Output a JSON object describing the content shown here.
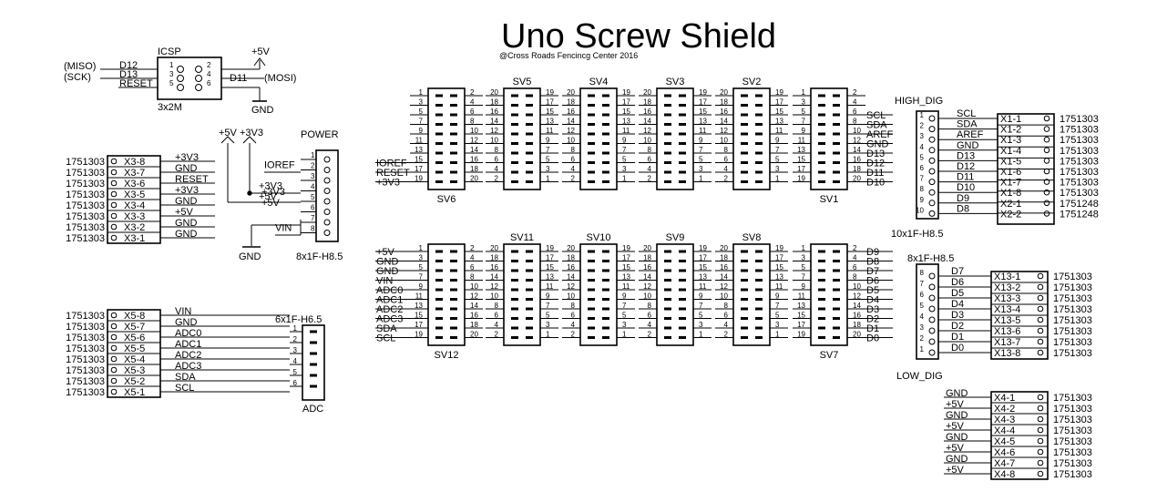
{
  "title": "Uno Screw Shield",
  "subtitle": "@Cross Roads Fencincg Center 2016",
  "icsp": {
    "name": "ICSP",
    "value": "3x2M",
    "left_notes": [
      "(MISO)",
      "(SCK)"
    ],
    "left_nets": [
      "D12",
      "D13",
      "RESET"
    ],
    "right_net": "D11",
    "right_note": "(MOSI)",
    "supply": "+5V",
    "ground": "GND",
    "pins_left": [
      "1",
      "3",
      "5"
    ],
    "pins_right": [
      "2",
      "4",
      "6"
    ]
  },
  "power": {
    "name": "POWER",
    "value": "8x1F-H8.5",
    "pins": [
      "1",
      "2",
      "3",
      "4",
      "5",
      "6",
      "7",
      "8"
    ],
    "nets": [
      "",
      "IOREF",
      "",
      "+3V3",
      "+5V",
      "",
      "",
      "VIN"
    ],
    "supply_5v": "+5V",
    "supply_3v3": "+3V3",
    "ground": "GND"
  },
  "x3": {
    "part": "1751303",
    "names": [
      "X3-8",
      "X3-7",
      "X3-6",
      "X3-5",
      "X3-4",
      "X3-3",
      "X3-2",
      "X3-1"
    ],
    "nets": [
      "+3V3",
      "GND",
      "RESET",
      "+3V3",
      "GND",
      "+5V",
      "GND",
      "GND"
    ]
  },
  "x5": {
    "part": "1751303",
    "names": [
      "X5-8",
      "X5-7",
      "X5-6",
      "X5-5",
      "X5-4",
      "X5-3",
      "X5-2",
      "X5-1"
    ],
    "nets": [
      "VIN",
      "GND",
      "ADC0",
      "ADC1",
      "ADC2",
      "ADC3",
      "SDA",
      "SCL"
    ]
  },
  "adc": {
    "name": "ADC",
    "value": "6x1F-H6.5",
    "pins": [
      "1",
      "2",
      "3",
      "4",
      "5",
      "6"
    ]
  },
  "sv6": {
    "name": "SV6",
    "left_pins": [
      "1",
      "3",
      "5",
      "7",
      "9",
      "11",
      "13",
      "15",
      "17",
      "19"
    ],
    "right_pins": [
      "2",
      "4",
      "6",
      "8",
      "10",
      "12",
      "14",
      "16",
      "18",
      "20"
    ],
    "left_nets": [
      "",
      "",
      "",
      "",
      "",
      "",
      "",
      "IOREF",
      "RESET",
      "+3V3"
    ]
  },
  "sv12": {
    "name": "SV12",
    "left_pins": [
      "1",
      "3",
      "5",
      "7",
      "9",
      "11",
      "13",
      "15",
      "17",
      "19"
    ],
    "right_pins": [
      "2",
      "4",
      "6",
      "8",
      "10",
      "12",
      "14",
      "16",
      "18",
      "20"
    ],
    "left_nets": [
      "+5V",
      "GND",
      "GND",
      "VIN",
      "ADC0",
      "ADC1",
      "ADC2",
      "ADC3",
      "SDA",
      "SCL"
    ]
  },
  "middle_top": [
    "SV5",
    "SV4",
    "SV3",
    "SV2"
  ],
  "middle_bottom": [
    "SV11",
    "SV10",
    "SV9",
    "SV8"
  ],
  "mid_left_pins": [
    "20",
    "18",
    "16",
    "14",
    "12",
    "10",
    "8",
    "6",
    "4",
    "2"
  ],
  "mid_right_pins": [
    "19",
    "17",
    "15",
    "13",
    "11",
    "9",
    "7",
    "5",
    "3",
    "1"
  ],
  "sv1": {
    "name": "SV1",
    "left_pins": [
      "1",
      "3",
      "5",
      "7",
      "9",
      "11",
      "13",
      "15",
      "17",
      "19"
    ],
    "right_pins": [
      "2",
      "4",
      "6",
      "8",
      "10",
      "12",
      "14",
      "16",
      "18",
      "20"
    ],
    "right_nets": [
      "",
      "",
      "SCL",
      "SDA",
      "AREF",
      "GND",
      "D13",
      "D12",
      "D11",
      "D10"
    ]
  },
  "sv7": {
    "name": "SV7",
    "left_pins": [
      "1",
      "3",
      "5",
      "7",
      "9",
      "11",
      "13",
      "15",
      "17",
      "19"
    ],
    "right_pins": [
      "2",
      "4",
      "6",
      "8",
      "10",
      "12",
      "14",
      "16",
      "18",
      "20"
    ],
    "right_nets": [
      "D9",
      "D8",
      "D7",
      "D6",
      "D5",
      "D4",
      "D3",
      "D2",
      "D1",
      "D0"
    ]
  },
  "high_dig": {
    "name": "HIGH_DIG",
    "value": "10x1F-H8.5",
    "pins": [
      "1",
      "2",
      "3",
      "4",
      "5",
      "6",
      "7",
      "8",
      "9",
      "10"
    ],
    "nets": [
      "SCL",
      "SDA",
      "AREF",
      "GND",
      "D13",
      "D12",
      "D11",
      "D10",
      "D9",
      "D8"
    ],
    "terms": [
      "X1-1",
      "X1-2",
      "X1-3",
      "X1-4",
      "X1-5",
      "X1-6",
      "X1-7",
      "X1-8",
      "X2-1",
      "X2-2"
    ],
    "parts": [
      "1751303",
      "1751303",
      "1751303",
      "1751303",
      "1751303",
      "1751303",
      "1751303",
      "1751303",
      "1751248",
      "1751248"
    ]
  },
  "low_dig": {
    "name": "LOW_DIG",
    "value": "8x1F-H8.5",
    "pins": [
      "8",
      "7",
      "6",
      "5",
      "4",
      "3",
      "2",
      "1"
    ],
    "nets": [
      "D7",
      "D6",
      "D5",
      "D4",
      "D3",
      "D2",
      "D1",
      "D0"
    ],
    "terms": [
      "X13-1",
      "X13-2",
      "X13-3",
      "X13-4",
      "X13-5",
      "X13-6",
      "X13-7",
      "X13-8"
    ],
    "part": "1751303"
  },
  "x4": {
    "part": "1751303",
    "names": [
      "X4-1",
      "X4-2",
      "X4-3",
      "X4-4",
      "X4-5",
      "X4-6",
      "X4-7",
      "X4-8"
    ],
    "nets": [
      "GND",
      "+5V",
      "GND",
      "+5V",
      "GND",
      "+5V",
      "GND",
      "+5V"
    ]
  }
}
